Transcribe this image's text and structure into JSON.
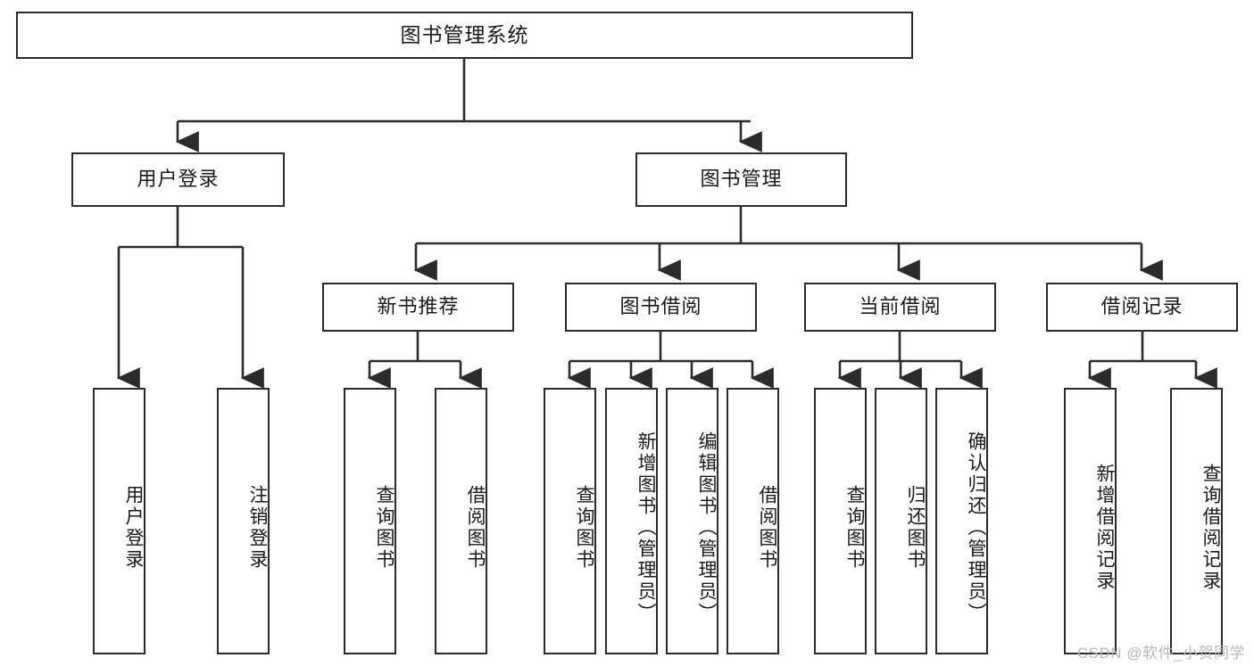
{
  "diagram": {
    "title": "图书管理系统",
    "type": "hierarchy-tree",
    "watermark": "CSDN @软件_小贺同学",
    "colors": {
      "stroke": "#2b2b2b",
      "fill": "#ffffff",
      "text": "#1a1a1a",
      "watermark": "#b9b9b9"
    },
    "nodes": {
      "root": {
        "label": "图书管理系统"
      },
      "level1": [
        {
          "id": "user-login",
          "label": "用户登录"
        },
        {
          "id": "book-manage",
          "label": "图书管理"
        }
      ],
      "level2": [
        {
          "id": "new-book-recommend",
          "label": "新书推荐"
        },
        {
          "id": "book-borrow",
          "label": "图书借阅"
        },
        {
          "id": "current-borrow",
          "label": "当前借阅"
        },
        {
          "id": "borrow-record",
          "label": "借阅记录"
        }
      ],
      "leaves": {
        "user_login": [
          {
            "id": "leaf-user-login",
            "label": "用户登录"
          },
          {
            "id": "leaf-logout",
            "label": "注销登录"
          }
        ],
        "new_book_recommend": [
          {
            "id": "leaf-query-book-1",
            "label": "查询图书"
          },
          {
            "id": "leaf-borrow-book-1",
            "label": "借阅图书"
          }
        ],
        "book_borrow": [
          {
            "id": "leaf-query-book-2",
            "label": "查询图书"
          },
          {
            "id": "leaf-add-book",
            "label": "新增图书（管理员）"
          },
          {
            "id": "leaf-edit-book",
            "label": "编辑图书（管理员）"
          },
          {
            "id": "leaf-borrow-book-2",
            "label": "借阅图书"
          }
        ],
        "current_borrow": [
          {
            "id": "leaf-query-book-3",
            "label": "查询图书"
          },
          {
            "id": "leaf-return-book",
            "label": "归还图书"
          },
          {
            "id": "leaf-confirm-return",
            "label": "确认归还（管理员）"
          }
        ],
        "borrow_record": [
          {
            "id": "leaf-add-record",
            "label": "新增借阅记录"
          },
          {
            "id": "leaf-query-record",
            "label": "查询借阅记录"
          }
        ]
      }
    }
  }
}
